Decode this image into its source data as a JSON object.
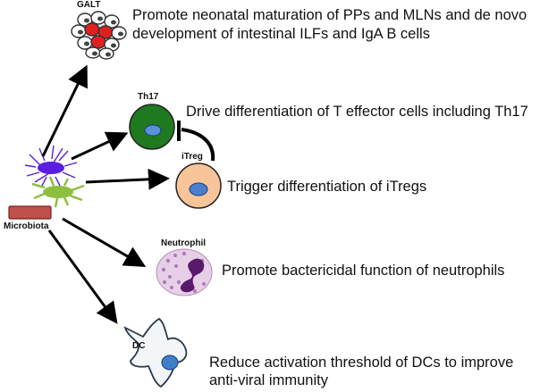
{
  "labels": {
    "galt": "GALT",
    "th17": "Th17",
    "itreg": "iTreg",
    "microbiota": "Microbiota",
    "neutrophil": "Neutrophil",
    "dc": "DC"
  },
  "effects": {
    "galt_line1": "Promote neonatal maturation of PPs and MLNs and de novo",
    "galt_line2": "development of intestinal ILFs and IgA B cells",
    "th17": "Drive differentiation of T effector cells including Th17",
    "itreg": "Trigger differentiation of iTregs",
    "neutrophil": "Promote bactericidal function of neutrophils",
    "dc_line1": "Reduce activation threshold of DCs to improve",
    "dc_line2": "anti-viral immunity"
  },
  "colors": {
    "th17_cell": "#1f7a1f",
    "th17_nucleus": "#5b8fd6",
    "itreg_cell": "#f8c59a",
    "itreg_nucleus": "#4a7fd0",
    "galt_red": "#e02020",
    "microbe_purple": "#5a1ee0",
    "microbe_green": "#8dbf3f",
    "microbe_red": "#c0504d",
    "neutrophil_cell": "#e8cfe8",
    "neutrophil_nucleus": "#5a1a6a",
    "dc_nucleus": "#3f7fc8"
  }
}
